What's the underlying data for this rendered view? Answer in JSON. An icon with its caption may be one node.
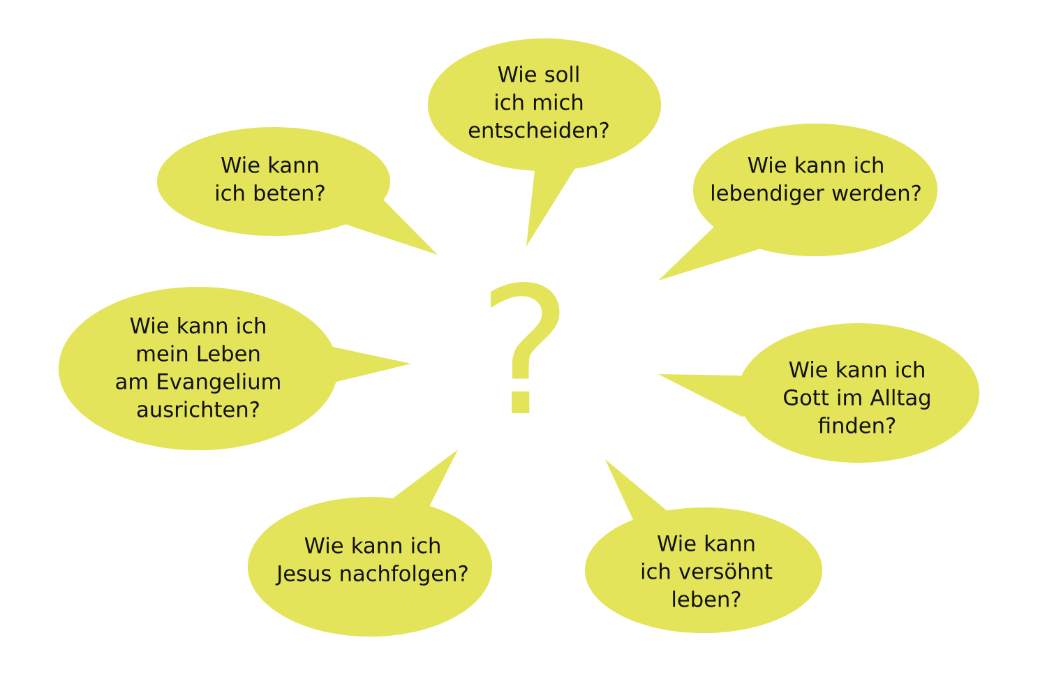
{
  "diagram": {
    "nodes": [
      {
        "text": [
          "Wie soll ich mich entscheiden?"
        ]
      },
      {
        "text": [
          "Wie kann ich beten?"
        ]
      },
      {
        "text": [
          "Wie kann ich lebendiger werden?"
        ]
      },
      {
        "text": [
          "Wie kann ich mein Leben am Evangelium ausrichten?"
        ]
      },
      {
        "text": [
          "Wie kann ich Gott im Alltag finden?"
        ]
      },
      {
        "text": [
          "Wie kann ich Jesus nachfolgen?"
        ]
      },
      {
        "text": [
          "Wie kann ich versöhnt leben?"
        ]
      }
    ],
    "labels": [
      "?"
    ]
  }
}
